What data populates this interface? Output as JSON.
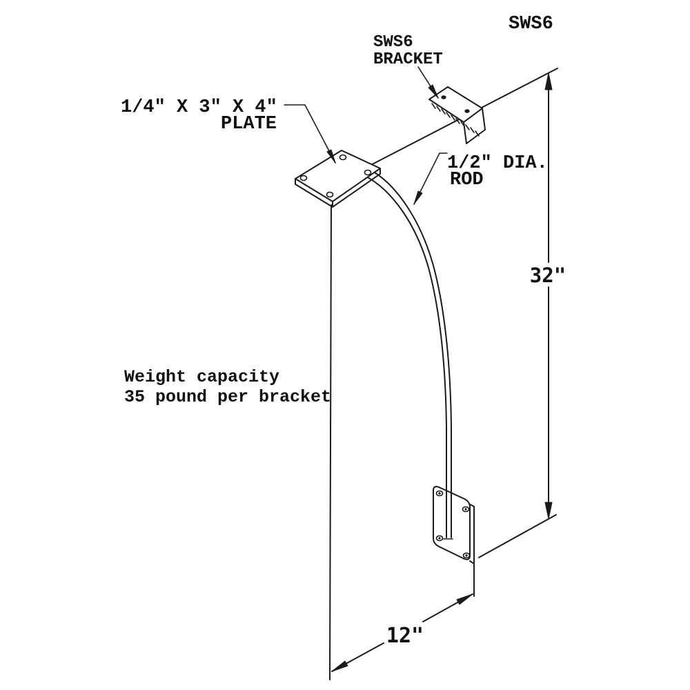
{
  "page": {
    "background_color": "#ffffff",
    "line_color": "#1a1a1a"
  },
  "drawing": {
    "title": "SWS6",
    "labels": {
      "bracket": {
        "line1": "SWS6",
        "line2": "BRACKET"
      },
      "plate": {
        "line1": "1/4\" X 3\" X 4\"",
        "line2": "PLATE"
      },
      "rod": {
        "line1": "1/2\" DIA.",
        "line2": "ROD"
      },
      "capacity": {
        "line1": "Weight capacity",
        "line2": "35 pound per bracket"
      }
    },
    "dimensions": {
      "height": "32\"",
      "depth": "12\""
    }
  }
}
